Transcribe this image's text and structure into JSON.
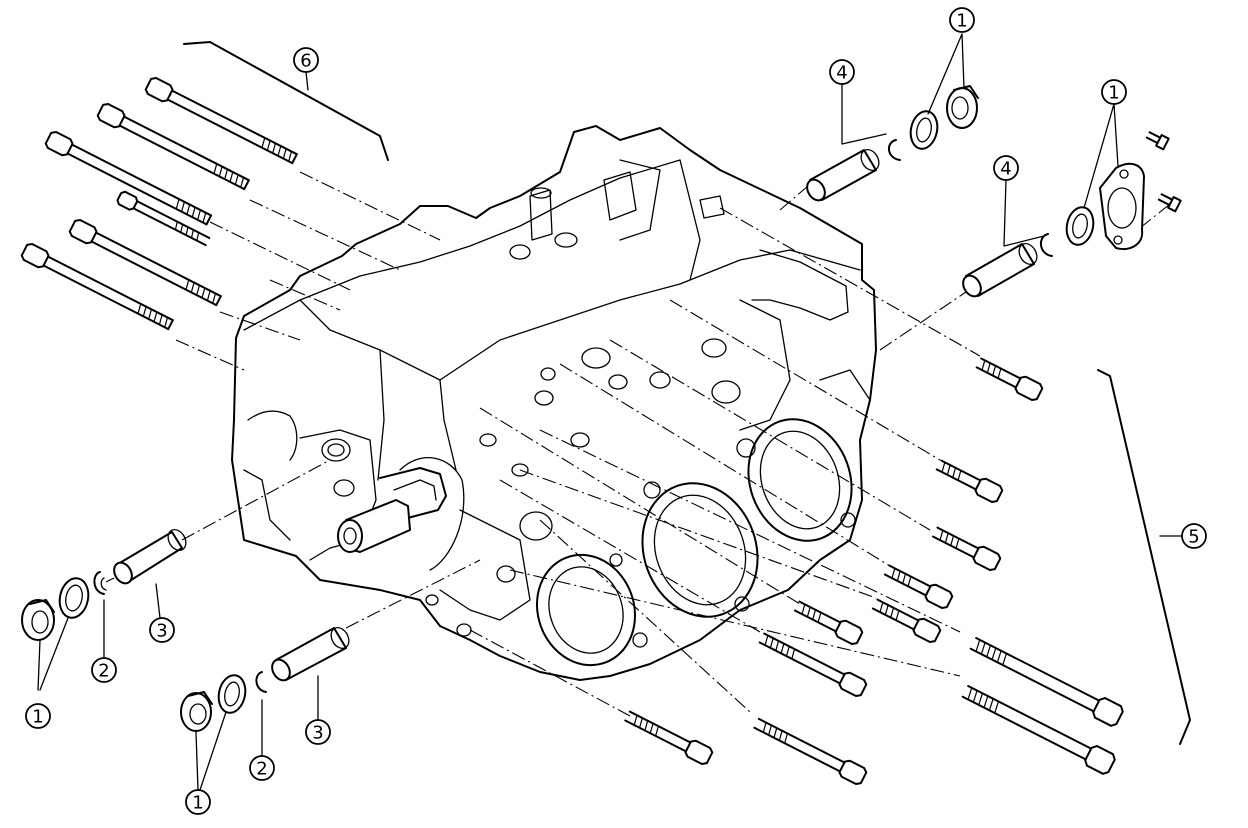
{
  "callouts": {
    "c1a": "1",
    "c1b": "1",
    "c1c": "1",
    "c1d": "1",
    "c2a": "2",
    "c2b": "2",
    "c3a": "3",
    "c3b": "3",
    "c4a": "4",
    "c4b": "4",
    "c5": "5",
    "c6": "6"
  },
  "line_color": "#000000",
  "background_color": "#ffffff"
}
